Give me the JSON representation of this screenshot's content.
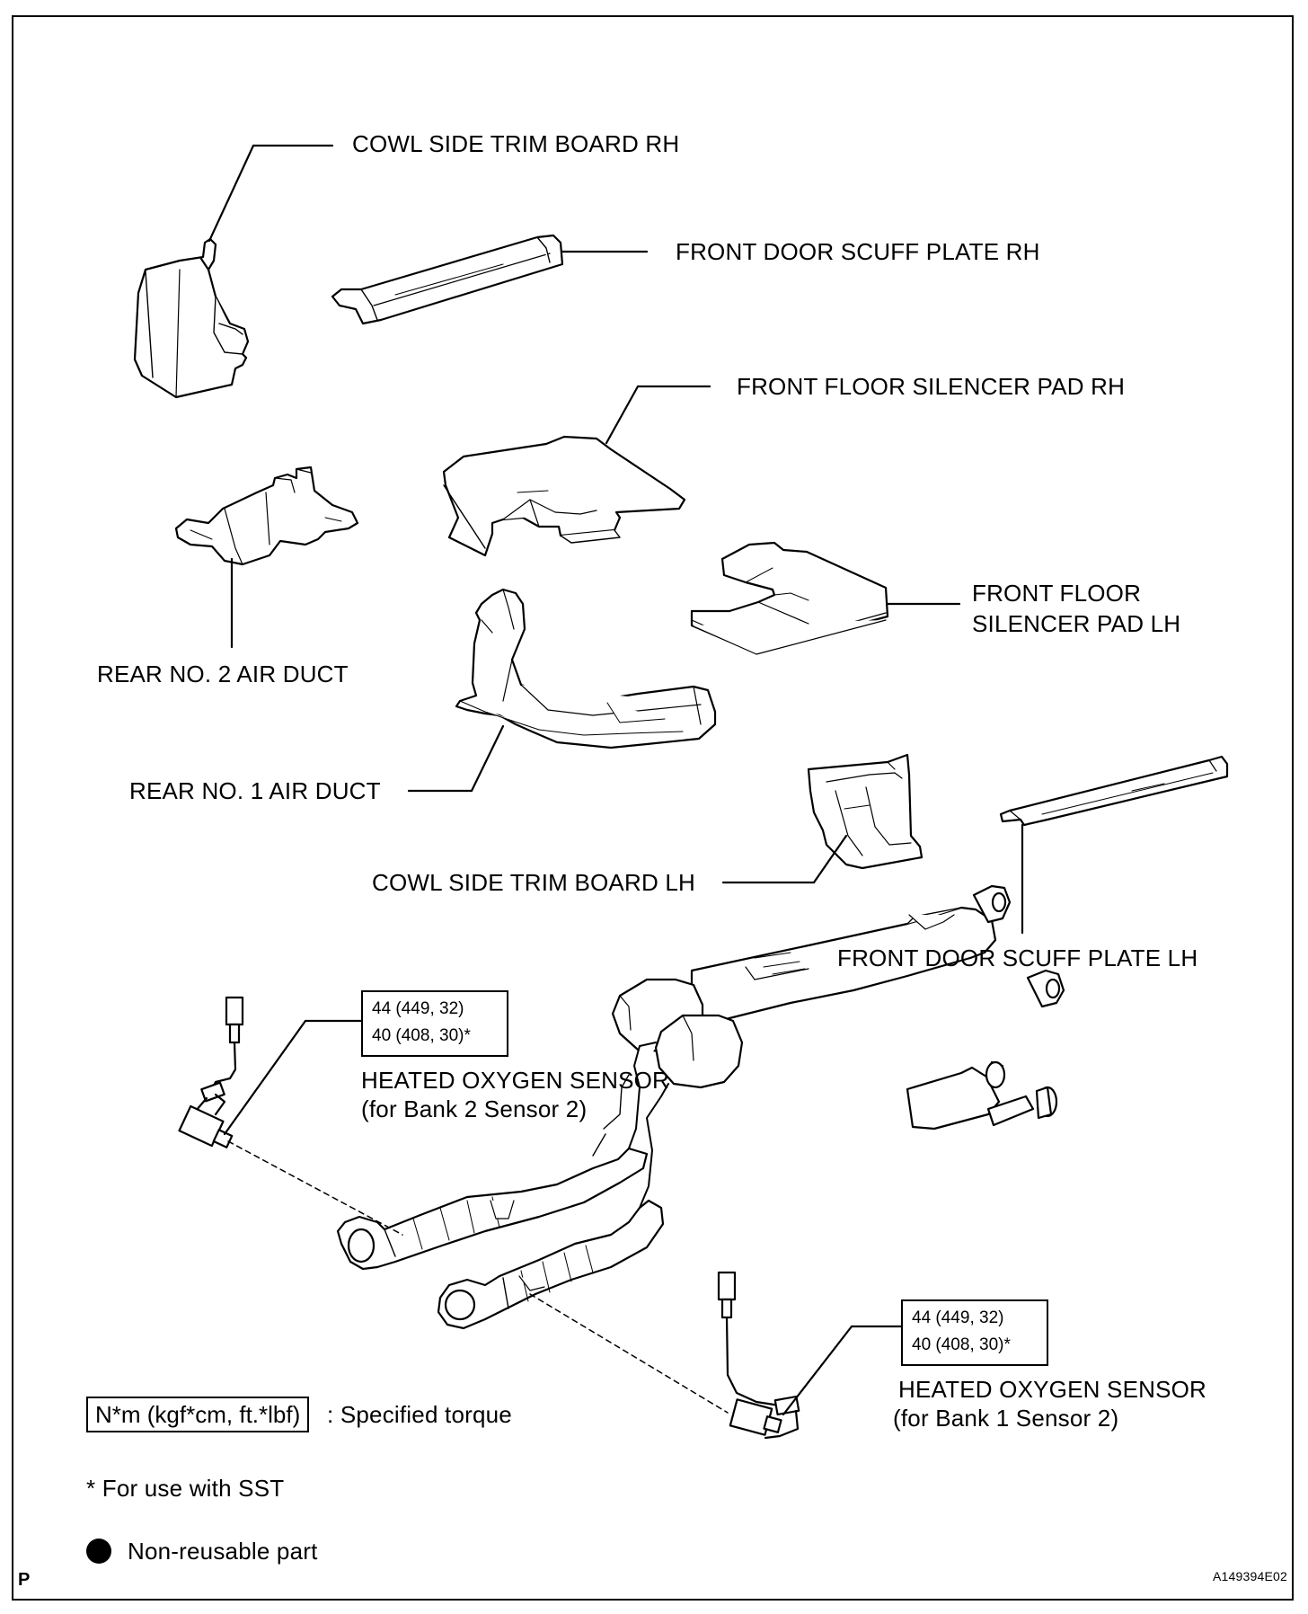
{
  "labels": {
    "cowl_rh": "COWL SIDE TRIM BOARD RH",
    "scuff_rh": "FRONT DOOR SCUFF PLATE RH",
    "silencer_rh": "FRONT FLOOR SILENCER PAD RH",
    "silencer_lh_1": "FRONT FLOOR",
    "silencer_lh_2": "SILENCER PAD LH",
    "air_duct_2": "REAR NO. 2 AIR DUCT",
    "air_duct_1": "REAR NO. 1 AIR DUCT",
    "cowl_lh": "COWL SIDE TRIM BOARD LH",
    "scuff_lh": "FRONT DOOR SCUFF PLATE LH",
    "sensor_b2_1": "HEATED OXYGEN SENSOR",
    "sensor_b2_2": "(for Bank 2 Sensor 2)",
    "sensor_b1_1": "HEATED OXYGEN SENSOR",
    "sensor_b1_2": "(for Bank 1 Sensor 2)"
  },
  "torque": {
    "bank2": [
      "44 (449, 32)",
      "40 (408, 30)*"
    ],
    "bank1": [
      "44 (449, 32)",
      "40 (408, 30)*"
    ]
  },
  "legend": {
    "unit": "N*m (kgf*cm, ft.*lbf)",
    "unit_desc": ": Specified torque",
    "sst_note": "* For use with SST",
    "non_reusable": "Non-reusable part"
  },
  "corner_mark": "P",
  "figure_id": "A149394E02"
}
